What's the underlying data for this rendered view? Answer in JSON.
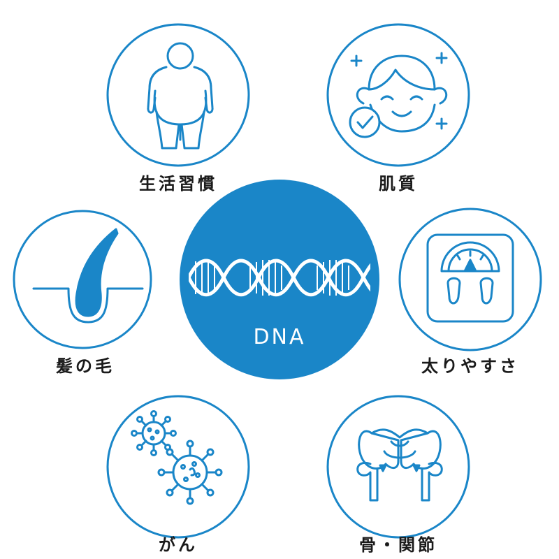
{
  "colors": {
    "accent": "#1a86c8",
    "center_fill": "#1a86c8",
    "label_text": "#1a1a1a",
    "center_text": "#ffffff"
  },
  "center": {
    "label": "DNA",
    "icon": "dna-helix-icon"
  },
  "items": [
    {
      "label": "生活習慣",
      "icon": "obese-person-icon"
    },
    {
      "label": "肌質",
      "icon": "smiling-face-check-icon"
    },
    {
      "label": "髪の毛",
      "icon": "hair-follicle-icon"
    },
    {
      "label": "太りやすさ",
      "icon": "weight-scale-icon"
    },
    {
      "label": "がん",
      "icon": "cancer-cell-icon"
    },
    {
      "label": "骨・関節",
      "icon": "pelvis-bone-icon"
    }
  ]
}
